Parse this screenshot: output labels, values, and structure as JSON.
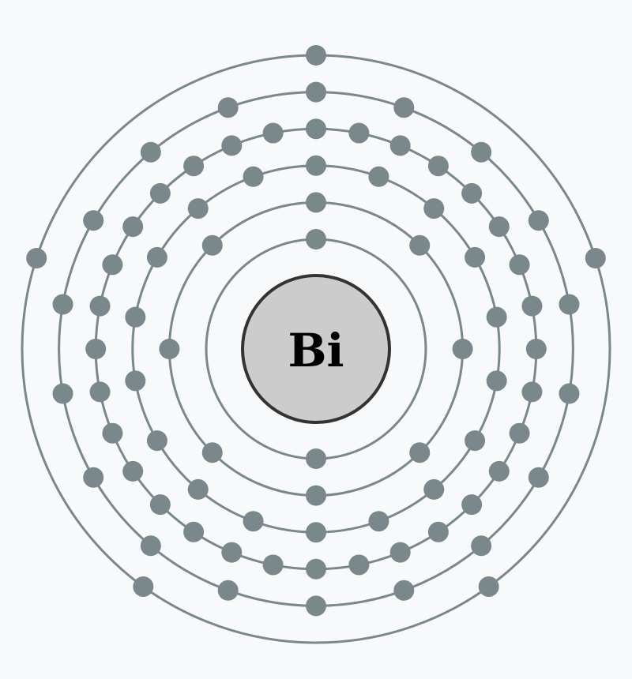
{
  "element": {
    "symbol": "Bi"
  },
  "shells": [
    {
      "electrons": 2
    },
    {
      "electrons": 8
    },
    {
      "electrons": 18
    },
    {
      "electrons": 32
    },
    {
      "electrons": 18
    },
    {
      "electrons": 5
    }
  ],
  "colors": {
    "background": "#f8f9fb",
    "shell_stroke": "#7a878b",
    "electron_fill": "#7a878b",
    "nucleus_fill": "#cccccc",
    "nucleus_stroke": "#333333",
    "label_color": "#000000"
  }
}
